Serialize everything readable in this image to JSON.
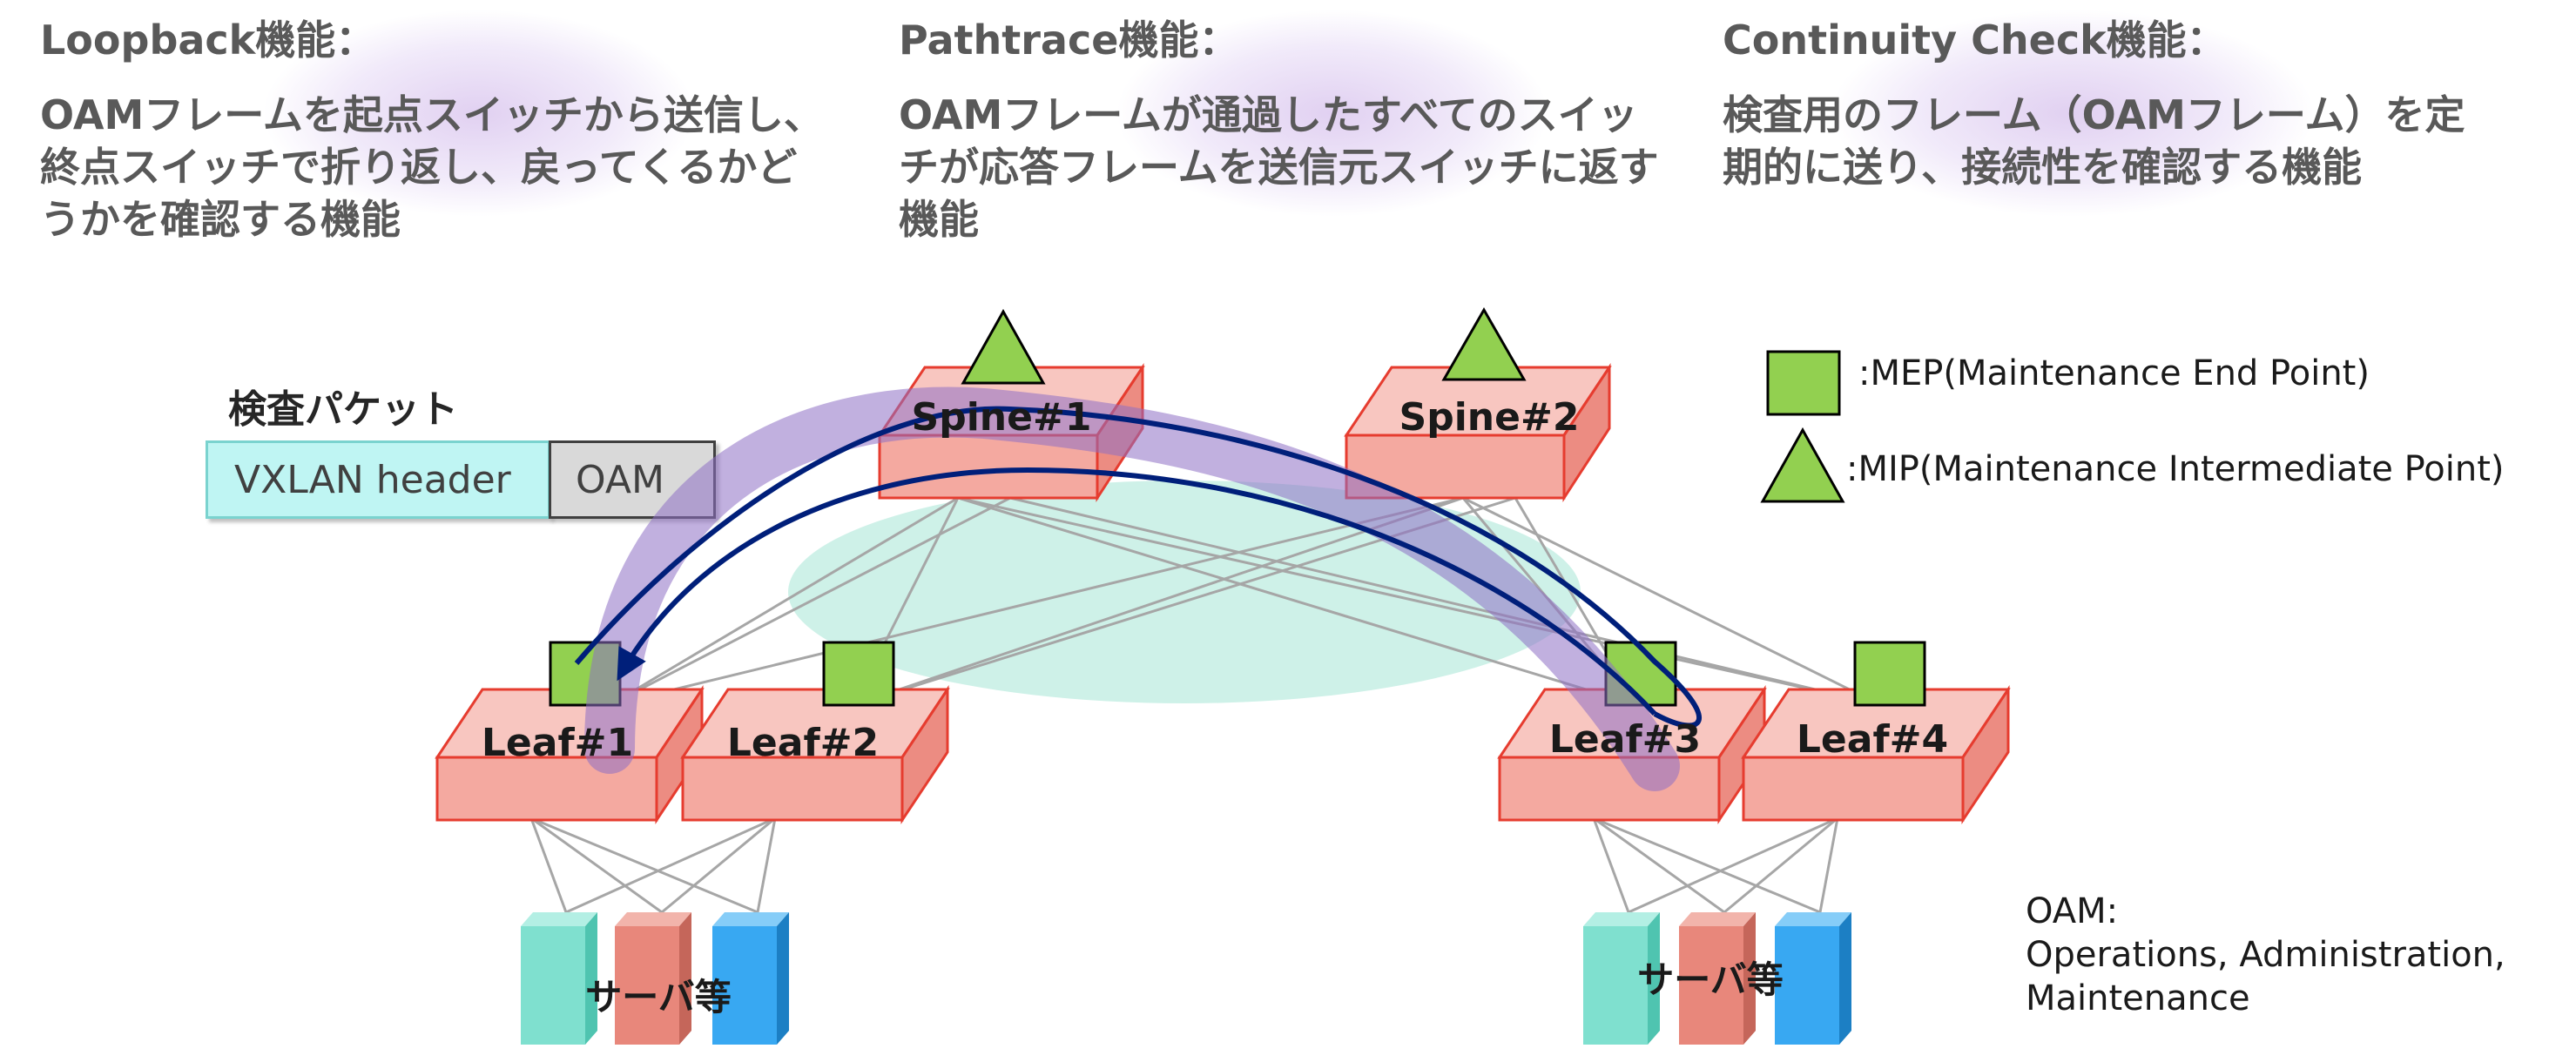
{
  "sections": [
    {
      "title": "Loopback機能：",
      "desc": "OAMフレームを起点スイッチから送信し、終点スイッチで折り返し、戻ってくるかどうかを確認する機能"
    },
    {
      "title": "Pathtrace機能：",
      "desc": "OAMフレームが通過したすべてのスイッチが応答フレームを送信元スイッチに返す機能"
    },
    {
      "title": "Continuity Check機能：",
      "desc": "検査用のフレーム（OAMフレーム）を定期的に送り、接続性を確認する機能"
    }
  ],
  "packet": {
    "title": "検査パケット",
    "header_label": "VXLAN header",
    "oam_label": "OAM"
  },
  "legend": {
    "mep": ":MEP(Maintenance End Point)",
    "mip": ":MIP(Maintenance Intermediate Point)"
  },
  "switches": {
    "spine1": "Spine#1",
    "spine2": "Spine#2",
    "leaf1": "Leaf#1",
    "leaf2": "Leaf#2",
    "leaf3": "Leaf#3",
    "leaf4": "Leaf#4"
  },
  "servers": {
    "left": "サーバ等",
    "right": "サーバ等"
  },
  "oam_note": {
    "line1": "OAM:",
    "line2": "Operations, Administration,",
    "line3": "Maintenance"
  },
  "colors": {
    "switch_front": "#f4a9a0",
    "switch_top": "#f8c6c0",
    "switch_border": "#e63c2f",
    "mep": "#92d050",
    "mip": "#92d050",
    "arrow": "#001f7a",
    "path_band": "#9b7fc8",
    "fabric_ellipse": "#c6efe4",
    "header_box": "#bff5f3",
    "oam_box": "#d9d9d9",
    "server_teal": "#7fe0cf",
    "server_salmon": "#e8877b",
    "server_blue": "#38a8f2"
  }
}
